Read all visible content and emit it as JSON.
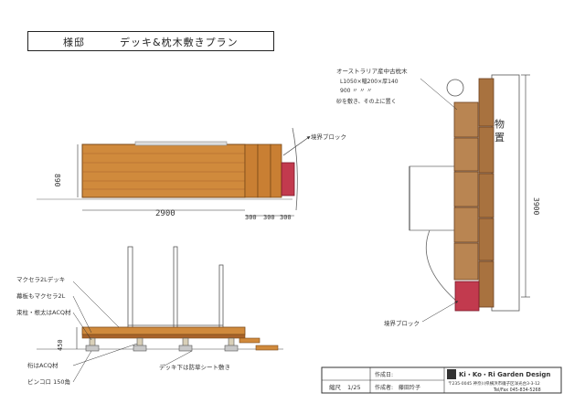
{
  "title": {
    "left": "様邸",
    "right": "デッキ&枕木敷きプラン"
  },
  "plan_view": {
    "dim_height": "890",
    "dim_width": "2900",
    "dim_step1": "300",
    "dim_step2": "300",
    "dim_step3": "300",
    "brick_note": "境界ブロック"
  },
  "elevation_view": {
    "note_deck": "マクセラ2Lデッキ",
    "note_fascia": "幕板もマクセラ2L",
    "note_post": "束柱・根太はACQ材",
    "note_beam": "桁はACQ材",
    "note_footing": "ピンコロ 150角",
    "note_deck_finish": "デッキ下は防草シート敷き",
    "dim_height": "450"
  },
  "sleeper_view": {
    "note_line1": "オーストラリア産中古枕木",
    "note_line2": "L1050×幅200×厚140",
    "note_line3": "900 〃 〃 〃",
    "note_line4": "砂を敷き、その上に置く",
    "label_storage": "物 置",
    "dim_length": "3900",
    "brick_note": "境界ブロック"
  },
  "title_block": {
    "date_label": "作成日:",
    "date_value": "",
    "author_label": "作成者:",
    "author_value": "藤田玲子",
    "scale_label": "縮尺",
    "scale_value": "1/25",
    "company_name": "Ki・Ko・Ri Garden Design",
    "address": "〒235-0045 神奈川県横浜市磯子区洋光台3-3-12",
    "phone": "Tel/Fax 045-834-5268"
  },
  "colors": {
    "wood": "#d08a3c",
    "wood_dark": "#a8632a",
    "brick": "#c23a4e",
    "sleeper": "#b98552",
    "ink": "#222222"
  }
}
